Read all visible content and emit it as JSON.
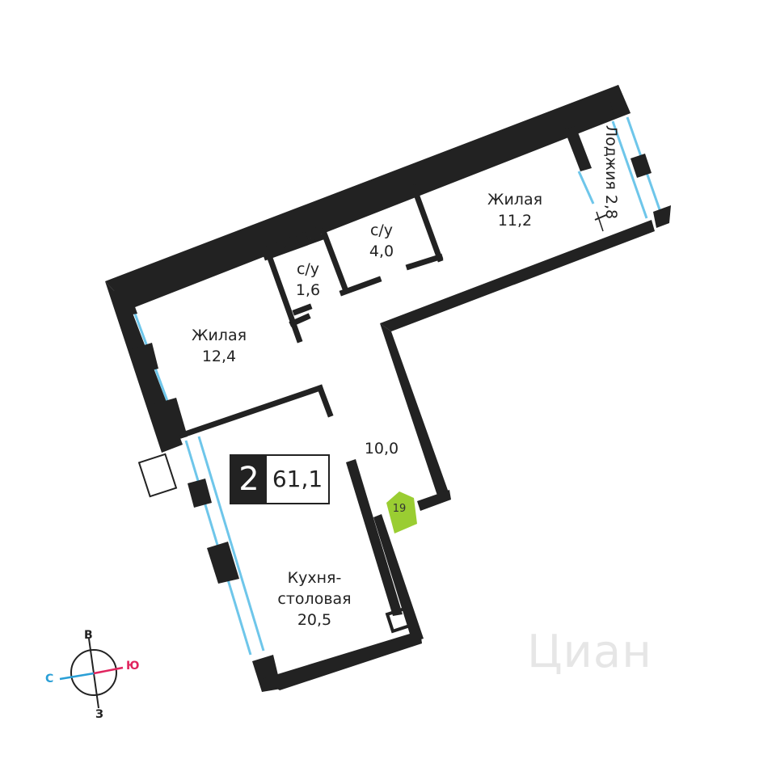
{
  "plan": {
    "rooms_count": "2",
    "total_area": "61,1"
  },
  "rooms": [
    {
      "id": "living1",
      "name": "Жилая",
      "area": "12,4"
    },
    {
      "id": "bath1",
      "name": "с/у",
      "area": "1,6"
    },
    {
      "id": "bath2",
      "name": "с/у",
      "area": "4,0"
    },
    {
      "id": "living2",
      "name": "Жилая",
      "area": "11,2"
    },
    {
      "id": "hall",
      "name": "",
      "area": "10,0"
    },
    {
      "id": "kitchen",
      "name_line1": "Кухня-",
      "name_line2": "столовая",
      "area": "20,5"
    },
    {
      "id": "loggia",
      "name": "Лоджия",
      "area": "2,8"
    }
  ],
  "entrance": {
    "number": "19",
    "color": "#9acd32"
  },
  "compass": {
    "north": "С",
    "south": "Ю",
    "east": "В",
    "west": "З",
    "north_color": "#2a9fd6",
    "south_color": "#e0245e"
  },
  "colors": {
    "wall": "#222222",
    "window": "#6ec6ea"
  },
  "watermark": "Циан"
}
